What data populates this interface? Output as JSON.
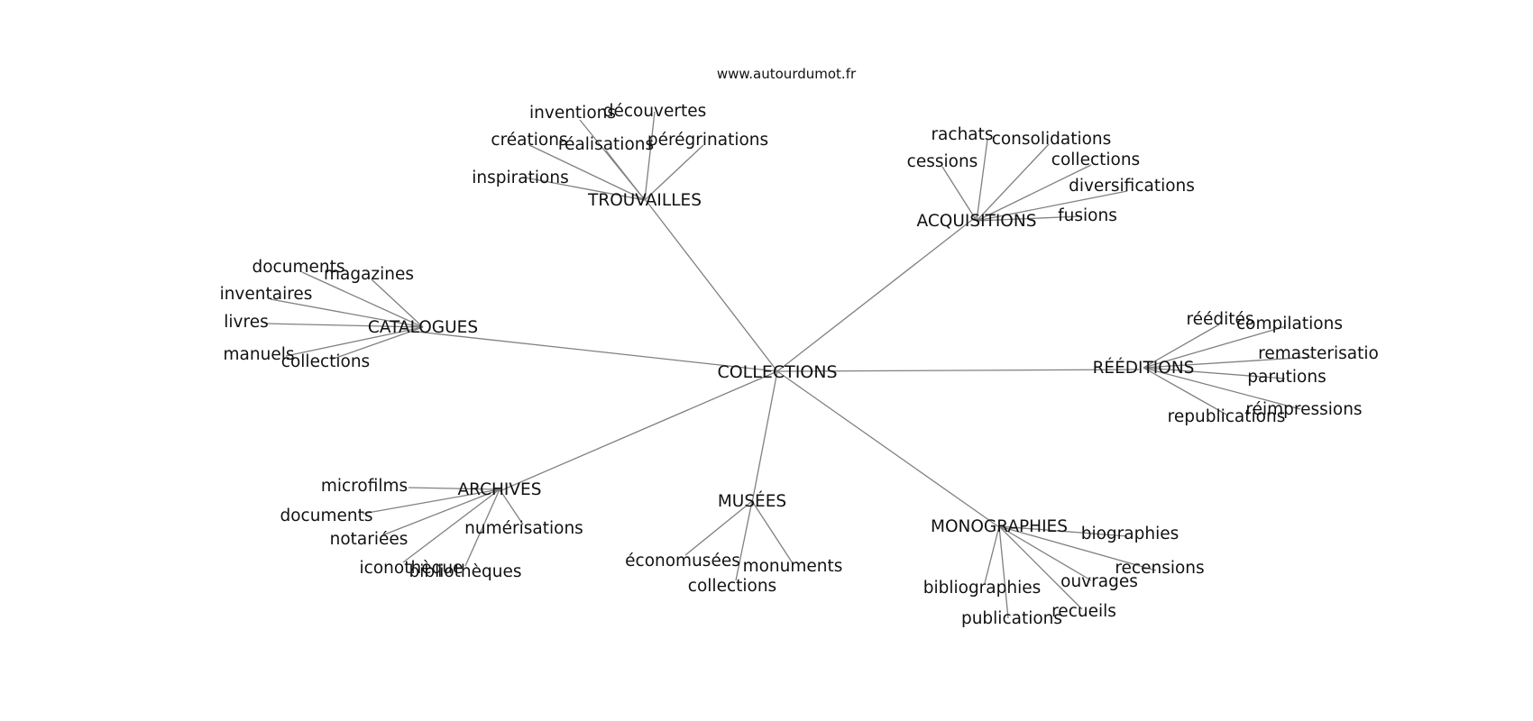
{
  "source": "www.autourdumot.fr",
  "center": "COLLECTIONS",
  "hubs": [
    {
      "id": "trouvailles",
      "label": "TROUVAILLES",
      "leaves": [
        "inventions",
        "découvertes",
        "créations",
        "réalisations",
        "pérégrinations",
        "inspirations"
      ]
    },
    {
      "id": "acquisitions",
      "label": "ACQUISITIONS",
      "leaves": [
        "rachats",
        "consolidations",
        "cessions",
        "collections",
        "diversifications",
        "fusions"
      ]
    },
    {
      "id": "catalogues",
      "label": "CATALOGUES",
      "leaves": [
        "documents",
        "magazines",
        "inventaires",
        "livres",
        "manuels",
        "collections"
      ]
    },
    {
      "id": "reeditions",
      "label": "RÉÉDITIONS",
      "leaves": [
        "réédités",
        "compilations",
        "remasterisatio",
        "parutions",
        "réimpressions",
        "republications"
      ]
    },
    {
      "id": "archives",
      "label": "ARCHIVES",
      "leaves": [
        "microfilms",
        "documents",
        "notariées",
        "numérisations",
        "iconothèque",
        "bibliothèques"
      ]
    },
    {
      "id": "musees",
      "label": "MUSÉES",
      "leaves": [
        "économusées",
        "monuments",
        "collections"
      ]
    },
    {
      "id": "monographies",
      "label": "MONOGRAPHIES",
      "leaves": [
        "biographies",
        "recensions",
        "ouvrages",
        "bibliographies",
        "recueils",
        "publications"
      ]
    }
  ],
  "colors": {
    "edge": "#808080",
    "text": "#111111",
    "background": "#ffffff"
  }
}
